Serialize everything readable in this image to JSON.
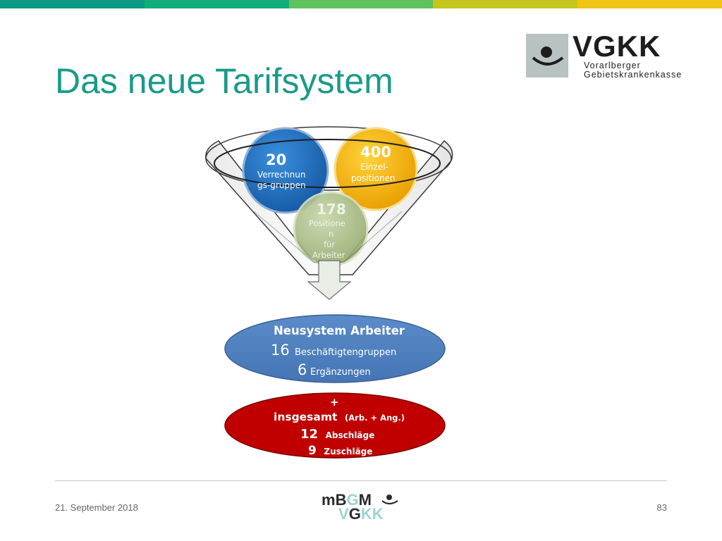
{
  "colors": {
    "topbar": [
      "#0c9a86",
      "#12ad7a",
      "#5fc25e",
      "#c4c61e",
      "#f2c514"
    ],
    "title": "#1a9a8a",
    "circle_blue": "#1f6fbd",
    "circle_orange": "#f6b800",
    "circle_green": "#a9bc84",
    "ellipse_blue": "#4f7fbf",
    "ellipse_red": "#c00000"
  },
  "slide": {
    "title": "Das neue Tarifsystem"
  },
  "logo": {
    "name": "VGKK",
    "line1": "Vorarlberger",
    "line2": "Gebietskrankenkasse"
  },
  "funnel": {
    "circle_blue": {
      "number": "20",
      "line1": "Verrechnun",
      "line2": "gs-gruppen"
    },
    "circle_orange": {
      "number": "400",
      "line1": "Einzel-",
      "line2": "positionen"
    },
    "circle_green": {
      "number": "178",
      "line1": "Positione",
      "line2": "n",
      "line3": "für",
      "line4": "Arbeiter"
    }
  },
  "result_blue": {
    "heading": "Neusystem Arbeiter",
    "row1_number": "16",
    "row1_text": "Beschäftigtengruppen",
    "row2_number": "6",
    "row2_text": "Ergänzungen"
  },
  "result_red": {
    "plus": "+",
    "line_main": "insgesamt",
    "line_paren": "(Arb. + Ang.)",
    "row1_number": "12",
    "row1_text": "Abschläge",
    "row2_number": "9",
    "row2_text": "Zuschläge"
  },
  "footer": {
    "date": "21. September 2018",
    "page": "83",
    "brand_m": "m",
    "brand_b": "B",
    "brand_g": "G",
    "brand_m2": "M",
    "brand_v": "V",
    "brand_g2": "G",
    "brand_kk": "KK"
  }
}
